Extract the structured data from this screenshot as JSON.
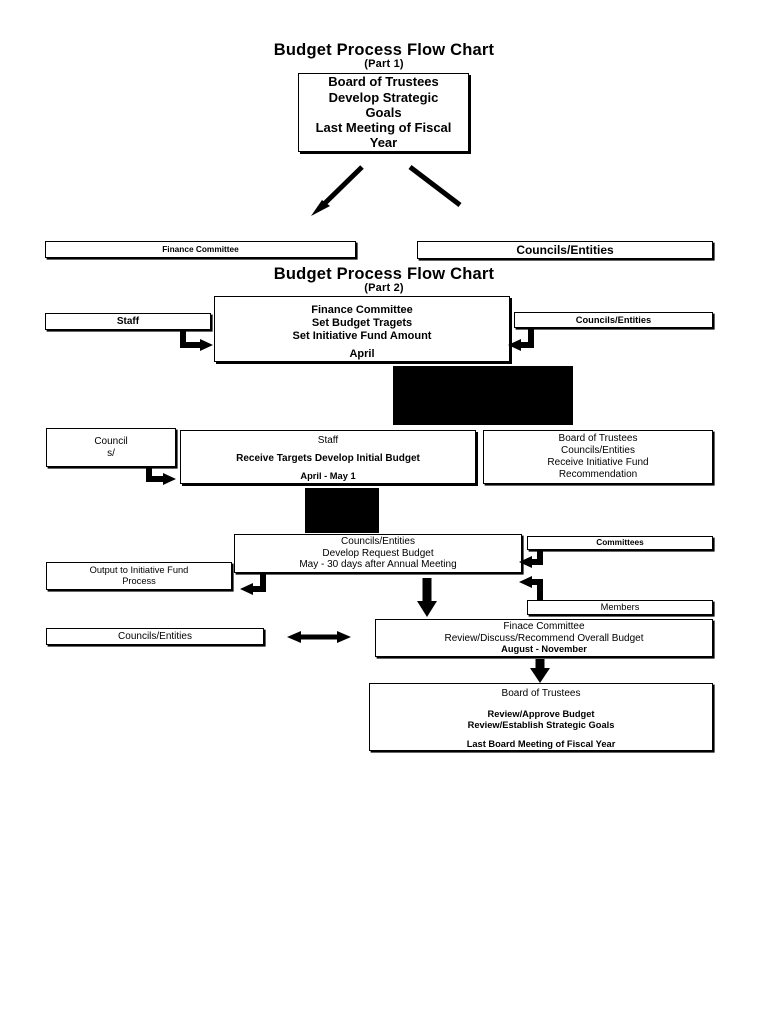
{
  "document": {
    "title": "Budget Process Flow Chart"
  },
  "part1": {
    "title": "Budget Process Flow Chart",
    "subtitle": "(Part 1)",
    "board_box": {
      "lines": [
        "Board of Trustees",
        "Develop Strategic",
        "Goals",
        "Last Meeting of Fiscal",
        "Year"
      ]
    },
    "finance_committee_box": {
      "label": "Finance Committee"
    },
    "councils_entities_box": {
      "label": "Councils/Entities"
    }
  },
  "part2": {
    "title": "Budget Process Flow Chart",
    "subtitle": "(Part 2)",
    "staff_box": {
      "label": "Staff"
    },
    "councils_entities_top_box": {
      "label": "Councils/Entities"
    },
    "finance_committee_box": {
      "line1": "Finance Committee",
      "line2": "Set Budget Tragets",
      "line3": "Set Initiative Fund Amount",
      "timing": "April"
    },
    "councils_s_box": {
      "line1": "Council",
      "line2": "s/"
    },
    "staff_targets_box": {
      "line1": "Staff",
      "line2": "Receive Targets Develop Initial Budget",
      "timing": "April - May 1"
    },
    "board_initiative_box": {
      "lines": [
        "Board of Trustees",
        "Councils/Entities",
        "Receive Initiative Fund",
        "Recommendation"
      ]
    },
    "councils_request_box": {
      "line1": "Councils/Entities",
      "line2": "Develop Request Budget",
      "line3": "May - 30 days after Annual Meeting"
    },
    "output_initiative_box": {
      "line1": "Output to Initiative Fund",
      "line2": "Process"
    },
    "committees_box": {
      "label": "Committees"
    },
    "members_box": {
      "label": "Members"
    },
    "councils_entities_left_box": {
      "label": "Councils/Entities"
    },
    "finance_review_box": {
      "line1": "Finace Committee",
      "line2": "Review/Discuss/Recommend Overall Budget",
      "timing": "August - November"
    },
    "board_approve_box": {
      "line1": "Board of Trustees",
      "line2": "Review/Approve Budget",
      "line3": "Review/Establish Strategic Goals",
      "line4": "Last Board Meeting of Fiscal Year"
    }
  },
  "connectors": [
    {
      "name": "board-to-finance-committee",
      "type": "diagonal-arrow",
      "direction": "down-left"
    },
    {
      "name": "board-to-councils-entities",
      "type": "diagonal-line",
      "direction": "down-right"
    },
    {
      "name": "staff-to-finance-committee",
      "type": "elbow-arrow",
      "direction": "right"
    },
    {
      "name": "councils-entities-to-finance-committee",
      "type": "elbow-arrow",
      "direction": "left"
    },
    {
      "name": "councils-s-to-staff-targets",
      "type": "elbow-arrow",
      "direction": "right"
    },
    {
      "name": "committees-to-councils-request",
      "type": "elbow-arrow",
      "direction": "left"
    },
    {
      "name": "members-to-councils-request",
      "type": "elbow-arrow",
      "direction": "left"
    },
    {
      "name": "councils-request-to-output",
      "type": "elbow-arrow",
      "direction": "left"
    },
    {
      "name": "councils-request-to-finance-review",
      "type": "straight-arrow",
      "direction": "down"
    },
    {
      "name": "councils-entities-left-to-finance-review",
      "type": "double-arrow",
      "direction": "horizontal"
    },
    {
      "name": "finance-review-to-board-approve",
      "type": "straight-arrow",
      "direction": "down"
    }
  ],
  "redactions": [
    {
      "name": "redaction-block-upper"
    },
    {
      "name": "redaction-block-lower"
    }
  ],
  "colors": {
    "ink": "#000000",
    "paper": "#ffffff"
  }
}
